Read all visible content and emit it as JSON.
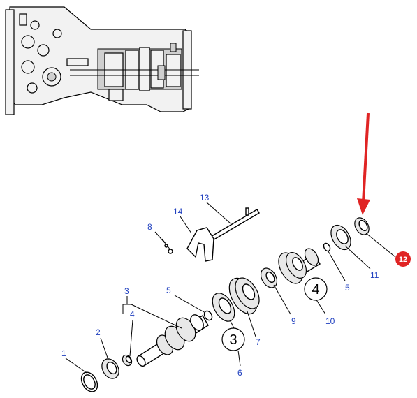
{
  "diagram": {
    "callouts": [
      "1",
      "2",
      "3",
      "4",
      "5",
      "6",
      "7",
      "8",
      "9",
      "10",
      "11",
      "12",
      "13",
      "14"
    ],
    "labels": {
      "p1": "1",
      "p2": "2",
      "p3": "3",
      "p4": "4",
      "p5a": "5",
      "p5b": "5",
      "p6": "6",
      "p7": "7",
      "p8": "8",
      "p9": "9",
      "p10": "10",
      "p11": "11",
      "p12": "12",
      "p13": "13",
      "p14": "14"
    },
    "gear_ids": {
      "g3": "3",
      "g4": "4"
    },
    "highlight": {
      "part": "12",
      "badge_color": "#e02424",
      "arrow_color": "#e02424"
    },
    "label_color": "#1f3fbf"
  }
}
